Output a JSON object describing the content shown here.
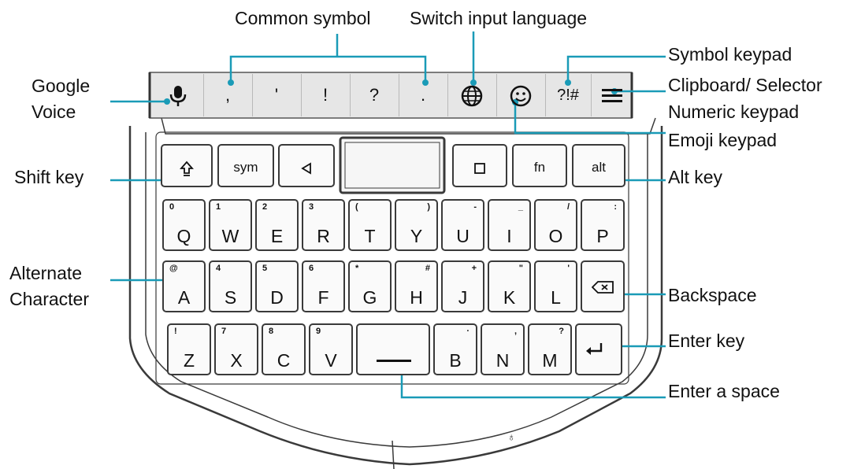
{
  "labels": {
    "common_symbol": "Common symbol",
    "switch_input_language": "Switch input language",
    "symbol_keypad": "Symbol keypad",
    "clipboard_selector": "Clipboard/ Selector",
    "numeric_keypad": "Numeric keypad",
    "emoji_keypad": "Emoji keypad",
    "google_voice": "Google Voice",
    "shift_key": "Shift key",
    "alt_key": "Alt key",
    "alternate_character": "Alternate Character",
    "backspace": "Backspace",
    "enter_key": "Enter key",
    "enter_a_space": "Enter a space"
  },
  "toolbar": {
    "symbols": [
      ",",
      "'",
      "!",
      "?",
      "."
    ],
    "symbol_keypad_key": "?!#",
    "icons": [
      "microphone-icon",
      "globe-icon",
      "emoji-icon",
      "menu-icon"
    ]
  },
  "function_row": {
    "sym": "sym",
    "fn": "fn",
    "alt": "alt",
    "icons": [
      "shift-arrow-icon",
      "left-triangle-icon",
      "square-icon"
    ]
  },
  "rows": {
    "row1": [
      {
        "main": "Q",
        "alt": "0"
      },
      {
        "main": "W",
        "alt": "1"
      },
      {
        "main": "E",
        "alt": "2"
      },
      {
        "main": "R",
        "alt": "3"
      },
      {
        "main": "T",
        "alt": "("
      },
      {
        "main": "Y",
        "alt": ")"
      },
      {
        "main": "U",
        "alt": "-"
      },
      {
        "main": "I",
        "alt": "_"
      },
      {
        "main": "O",
        "alt": "/"
      },
      {
        "main": "P",
        "alt": ":"
      }
    ],
    "row2": [
      {
        "main": "A",
        "alt": "@"
      },
      {
        "main": "S",
        "alt": "4"
      },
      {
        "main": "D",
        "alt": "5"
      },
      {
        "main": "F",
        "alt": "6"
      },
      {
        "main": "G",
        "alt": "*"
      },
      {
        "main": "H",
        "alt": "#"
      },
      {
        "main": "J",
        "alt": "+"
      },
      {
        "main": "K",
        "alt": "\""
      },
      {
        "main": "L",
        "alt": "'"
      }
    ],
    "row3": [
      {
        "main": "Z",
        "alt": "!"
      },
      {
        "main": "X",
        "alt": "7"
      },
      {
        "main": "C",
        "alt": "8"
      },
      {
        "main": "V",
        "alt": "9"
      },
      {
        "main": "B",
        "alt": "·"
      },
      {
        "main": "N",
        "alt": ","
      },
      {
        "main": "M",
        "alt": "?"
      }
    ]
  },
  "colors": {
    "accent": "#1a9bb7",
    "outline": "#3a3a3a",
    "toolbar_bg": "#e6e6e6"
  }
}
